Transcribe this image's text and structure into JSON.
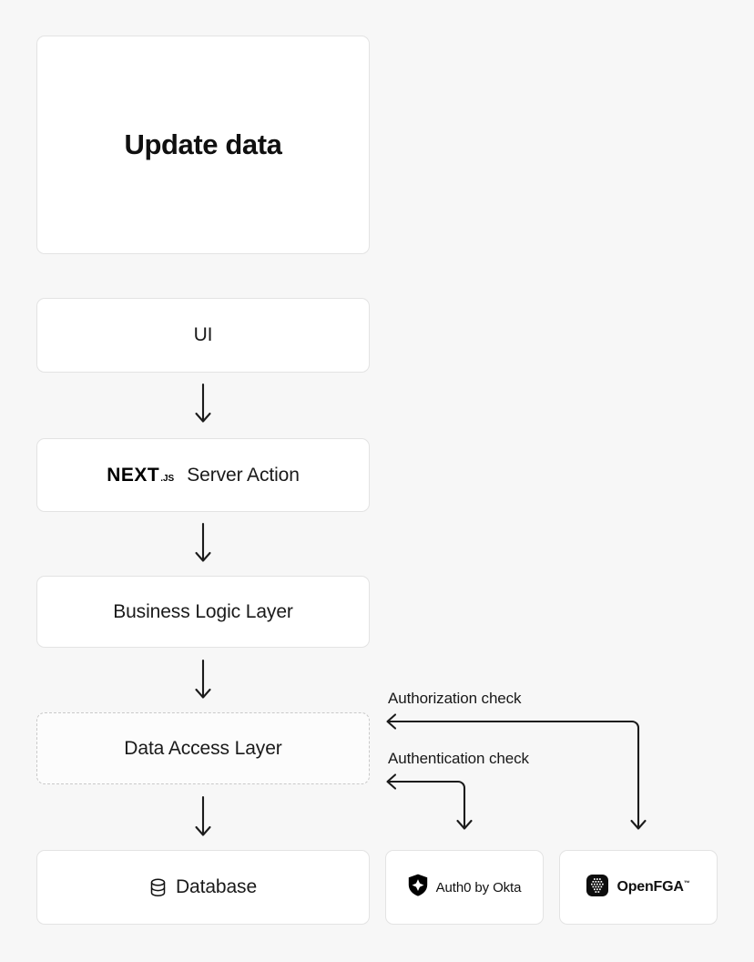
{
  "page": {
    "background_color": "#f7f7f7",
    "card_background": "#ffffff",
    "border_color": "#e3e3e3",
    "dashed_border_color": "#c9c9c9",
    "text_color": "#141414",
    "arrow_color": "#1c1c1c"
  },
  "title_card": {
    "title": "Update data"
  },
  "flow": {
    "ui": {
      "label": "UI"
    },
    "server_action": {
      "logo_main": "NEXT",
      "logo_suffix": ".JS",
      "label": "Server Action"
    },
    "business_logic": {
      "label": "Business Logic Layer"
    },
    "data_access": {
      "label": "Data Access Layer",
      "border_style": "dashed"
    },
    "database": {
      "icon": "database-cylinder-icon",
      "label": "Database"
    }
  },
  "providers": [
    {
      "id": "auth0",
      "icon": "auth0-shield-icon",
      "label": "Auth0 by Okta"
    },
    {
      "id": "openfga",
      "icon": "openfga-dotgrid-icon",
      "label": "OpenFGA",
      "trademark": "™"
    }
  ],
  "arrow_labels": {
    "authorization": "Authorization check",
    "authentication": "Authentication check"
  },
  "arrows": [
    {
      "name": "ui-to-server-action",
      "direction": "down"
    },
    {
      "name": "server-action-to-business-logic",
      "direction": "down"
    },
    {
      "name": "business-logic-to-data-access",
      "direction": "down"
    },
    {
      "name": "data-access-to-database",
      "direction": "down"
    },
    {
      "name": "openfga-authorization-check",
      "direction": "elbow"
    },
    {
      "name": "auth0-authentication-check",
      "direction": "elbow"
    }
  ]
}
